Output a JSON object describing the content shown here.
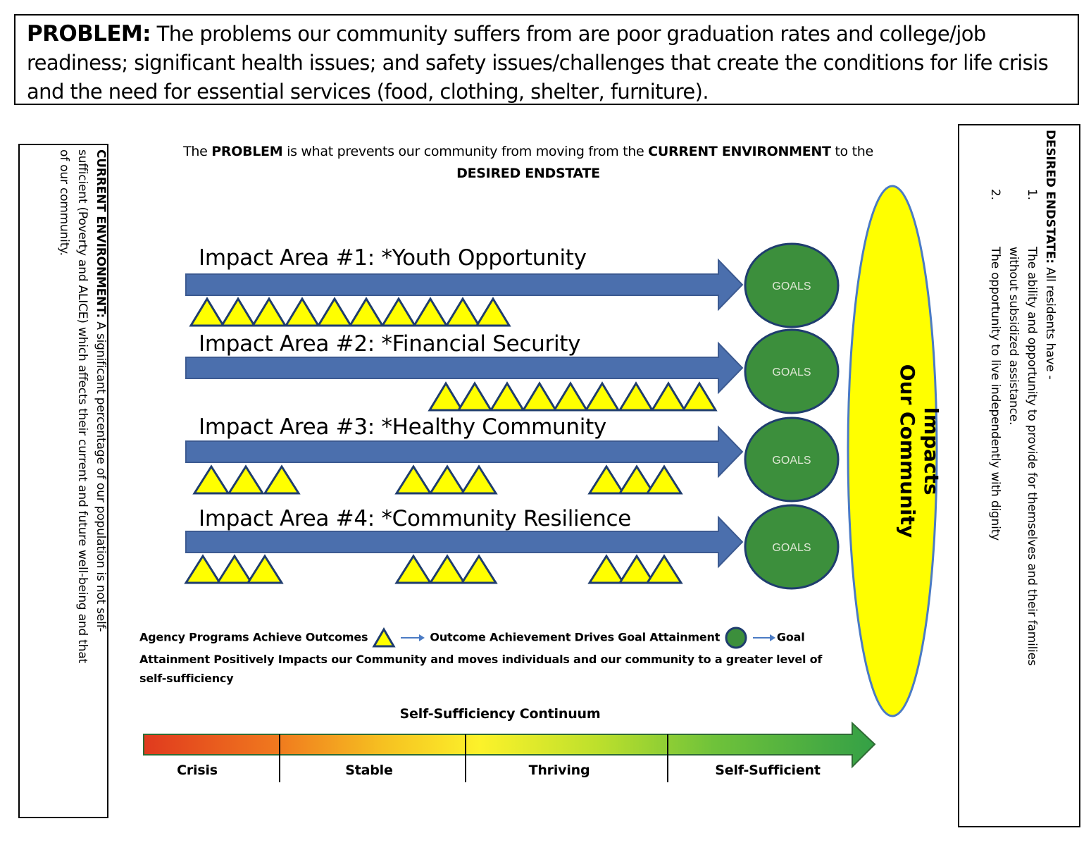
{
  "problem": {
    "label": "PROBLEM:",
    "text": "The problems our community suffers from are poor graduation rates and college/job readiness; significant health issues; and safety issues/challenges that create the conditions for life crisis and the need for essential services (food, clothing, shelter, furniture)."
  },
  "intro": {
    "part1": "The ",
    "bold1": "PROBLEM",
    "part2": " is what prevents our community from moving from the ",
    "bold2": "CURRENT ENVIRONMENT",
    "part3": " to the",
    "bold3": "DESIRED ENDSTATE"
  },
  "current_environment": {
    "label": "CURRENT ENVIRONMENT:",
    "line1": " A significant percentage of our population is not self-",
    "line2": "sufficient (Poverty and ALICE) which affects their current and future well-being and that",
    "line3": "of our community."
  },
  "desired_endstate": {
    "label": "DESIRED ENDSTATE:",
    "intro": " All residents have -",
    "items": [
      {
        "num": "1.",
        "line1": "The ability and opportunity to provide for themselves and their families",
        "line2": "without subsidized assistance."
      },
      {
        "num": "2.",
        "line1": "The opportunity to live independently with dignity",
        "line2": ""
      }
    ]
  },
  "impact_areas": [
    {
      "label": "Impact Area #1:  *Youth Opportunity",
      "goal": "GOALS"
    },
    {
      "label": "Impact Area #2:  *Financial Security",
      "goal": "GOALS"
    },
    {
      "label": "Impact Area #3:  *Healthy Community",
      "goal": "GOALS"
    },
    {
      "label": "Impact Area #4:  *Community Resilience",
      "goal": "GOALS"
    }
  ],
  "impacts_oval": {
    "line1": "Impacts",
    "line2": "Our Community"
  },
  "legend": {
    "part1": "Agency Programs Achieve Outcomes",
    "part2": "Outcome Achievement Drives Goal Attainment",
    "part3": "Goal",
    "part4": "Attainment Positively Impacts our Community and moves individuals and our community to a  greater level of self-sufficiency"
  },
  "continuum": {
    "title": "Self-Sufficiency Continuum",
    "stages": [
      "Crisis",
      "Stable",
      "Thriving",
      "Self-Sufficient"
    ]
  },
  "colors": {
    "arrow_blue": "#4b6fad",
    "goal_green": "#3c8f3c",
    "triangle_yellow": "#ffff00",
    "oval_yellow": "#ffff00",
    "oval_border": "#4b7bc4"
  }
}
